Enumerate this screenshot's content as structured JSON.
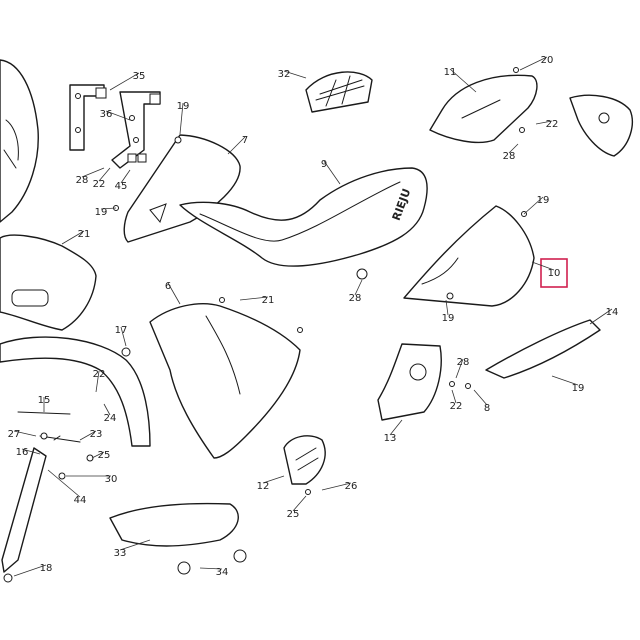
{
  "brand_mark": "RIEJU",
  "highlight_color": "#d0204f",
  "highlighted_callout": "10",
  "callouts": [
    "35",
    "36",
    "19",
    "7",
    "28",
    "22",
    "45",
    "19",
    "32",
    "9",
    "11",
    "20",
    "22",
    "28",
    "21",
    "19",
    "10",
    "19",
    "6",
    "21",
    "28",
    "17",
    "14",
    "28",
    "22",
    "8",
    "19",
    "15",
    "22",
    "24",
    "27",
    "23",
    "16",
    "25",
    "30",
    "13",
    "12",
    "26",
    "44",
    "25",
    "33",
    "34",
    "18"
  ]
}
